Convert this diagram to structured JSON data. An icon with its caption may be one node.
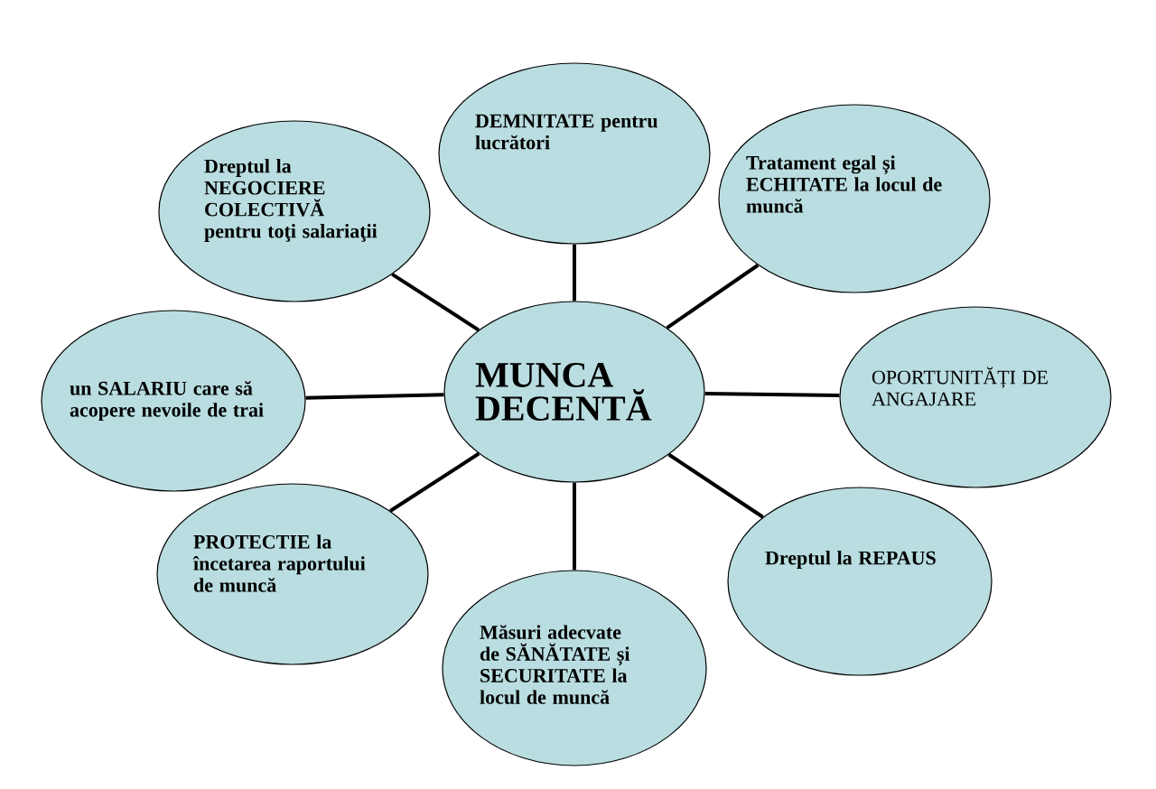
{
  "diagram": {
    "nodes": [
      {
        "text": [
          "MUNCA DECENTĂ"
        ]
      },
      {
        "text": [
          "DEMNITATE pentru lucrători"
        ]
      },
      {
        "text": [
          "Dreptul la NEGOCIERE COLECTIVĂ pentru toţi salariaţii"
        ]
      },
      {
        "text": [
          "Tratament egal și ECHITATE la locul de muncă"
        ]
      },
      {
        "text": [
          "un SALARIU care să acopere nevoile de trai"
        ]
      },
      {
        "text": [
          "OPORTUNITĂȚI DE ANGAJARE"
        ]
      },
      {
        "text": [
          "PROTECTIE la încetarea raportului de muncă"
        ]
      },
      {
        "text": [
          "Măsuri adecvate de SĂNĂTATE și SECURITATE la locul de muncă"
        ]
      },
      {
        "text": [
          "Dreptul la REPAUS"
        ]
      }
    ],
    "edges": [
      {
        "from": 0,
        "to": 1,
        "arrow": "none"
      },
      {
        "from": 0,
        "to": 2,
        "arrow": "none"
      },
      {
        "from": 0,
        "to": 3,
        "arrow": "none"
      },
      {
        "from": 0,
        "to": 4,
        "arrow": "none"
      },
      {
        "from": 0,
        "to": 5,
        "arrow": "none"
      },
      {
        "from": 0,
        "to": 6,
        "arrow": "none"
      },
      {
        "from": 0,
        "to": 7,
        "arrow": "none"
      },
      {
        "from": 0,
        "to": 8,
        "arrow": "none"
      }
    ]
  }
}
